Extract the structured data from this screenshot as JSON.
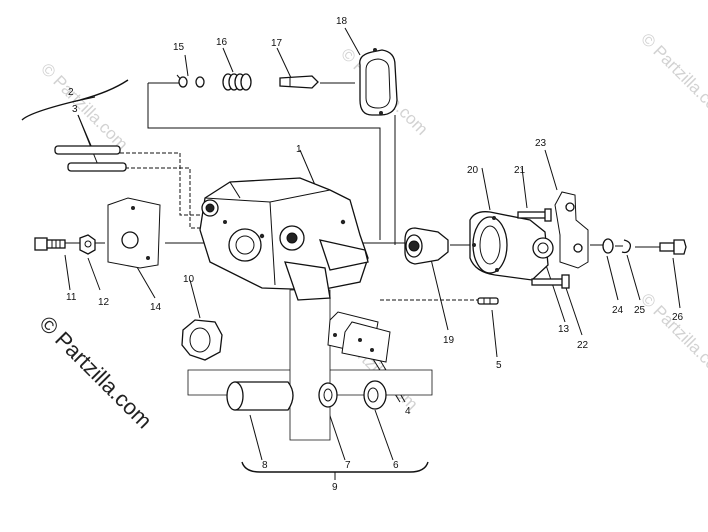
{
  "watermark": {
    "brand": "© Partzilla.com",
    "faint": "© Partzilla.com"
  },
  "callouts": {
    "c1": "1",
    "c2": "2",
    "c3": "3",
    "c4": "4",
    "c5": "5",
    "c6": "6",
    "c7": "7",
    "c8": "8",
    "c9": "9",
    "c10": "10",
    "c11": "11",
    "c12": "12",
    "c13": "13",
    "c14": "14",
    "c15": "15",
    "c16": "16",
    "c17": "17",
    "c18": "18",
    "c19": "19",
    "c20": "20",
    "c21": "21",
    "c22": "22",
    "c23": "23",
    "c24": "24",
    "c25": "25",
    "c26": "26"
  },
  "colors": {
    "line": "#111111",
    "watermark_faint": "#d2d2d2"
  }
}
